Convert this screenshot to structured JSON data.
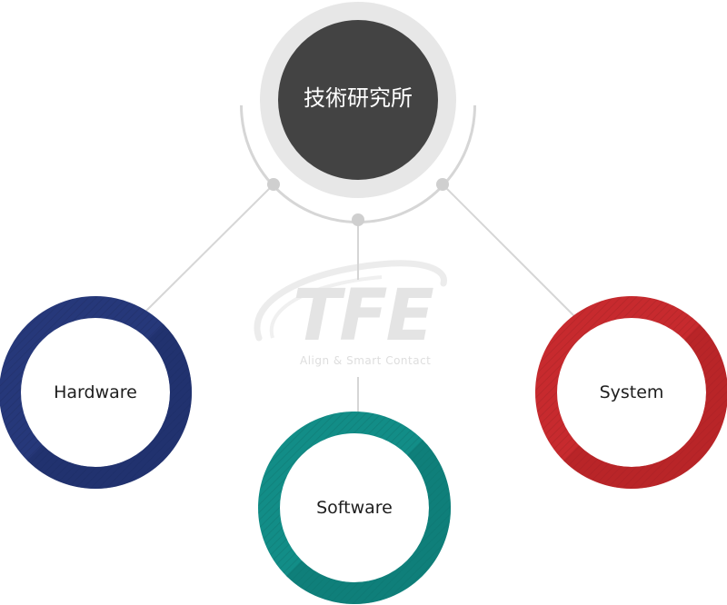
{
  "center": {
    "label": "技術研究所"
  },
  "watermark": {
    "logo": "TFE",
    "tagline": "Align & Smart Contact"
  },
  "nodes": [
    {
      "id": "hardware",
      "label": "Hardware",
      "color": "#26387a",
      "color_dark": "#1e2e66"
    },
    {
      "id": "software",
      "label": "Software",
      "color": "#128d87",
      "color_dark": "#0c7570"
    },
    {
      "id": "system",
      "label": "System",
      "color": "#c72a2e",
      "color_dark": "#ad2125"
    }
  ],
  "colors": {
    "center_fill": "#434343",
    "center_ring": "#e7e7e7",
    "connector": "#d6d6d6",
    "connector_dot": "#cfcfcf"
  }
}
